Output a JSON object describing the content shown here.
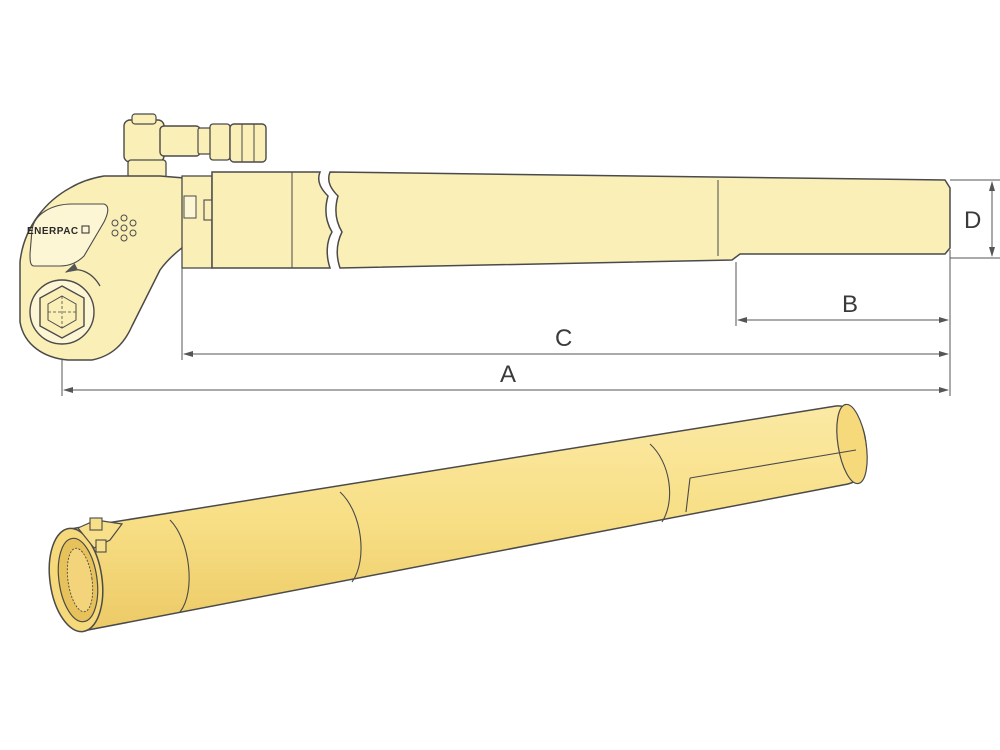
{
  "colors": {
    "body_fill": "#fbefb8",
    "body_fill_light": "#fdf6d4",
    "tube_fill": "#f8e08a",
    "tube_shade": "#efc95e",
    "outline": "#4a4a4a",
    "dimension_line": "#555555"
  },
  "brand": {
    "logo_text": "ENERPAC"
  },
  "dimensions": {
    "a": "A",
    "b": "B",
    "c": "C",
    "d": "D"
  }
}
